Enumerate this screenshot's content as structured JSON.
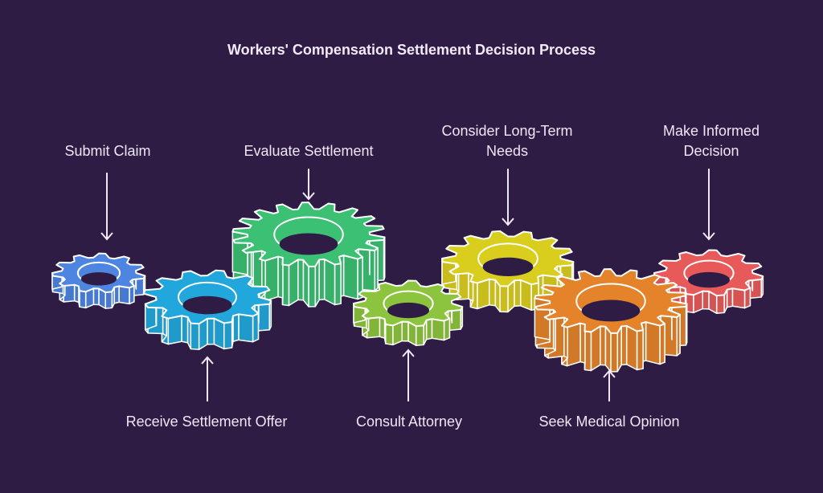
{
  "title": "Workers' Compensation Settlement Decision Process",
  "colors": {
    "background": "#2e1c45",
    "outline": "#ffffff",
    "text": "#efe6f5"
  },
  "steps": [
    {
      "order": 1,
      "label": "Submit Claim",
      "position": "top",
      "color": "#4d85e0",
      "teeth": 11
    },
    {
      "order": 2,
      "label": "Receive Settlement Offer",
      "position": "bottom",
      "color": "#22a7dc",
      "teeth": 12
    },
    {
      "order": 3,
      "label": "Evaluate Settlement",
      "position": "top",
      "color": "#3cc073",
      "teeth": 18
    },
    {
      "order": 4,
      "label": "Consult Attorney",
      "position": "bottom",
      "color": "#8dc43d",
      "teeth": 11
    },
    {
      "order": 5,
      "label": "Consider Long-Term Needs",
      "position": "top",
      "color": "#d9cd1e",
      "teeth": 13
    },
    {
      "order": 6,
      "label": "Seek Medical Opinion",
      "position": "bottom",
      "color": "#e4832a",
      "teeth": 18
    },
    {
      "order": 7,
      "label": "Make Informed Decision",
      "position": "top",
      "color": "#e85a5a",
      "teeth": 11
    }
  ]
}
